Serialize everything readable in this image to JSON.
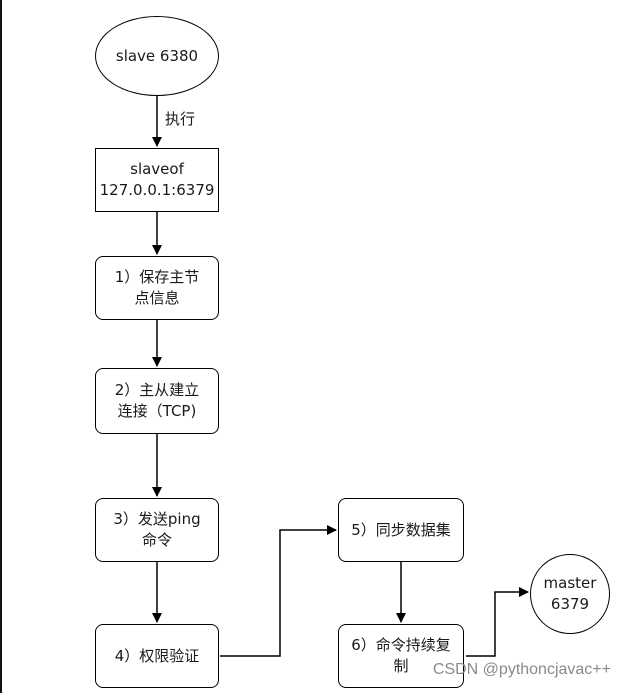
{
  "diagram": {
    "nodes": {
      "slave": "slave 6380",
      "slaveof": "slaveof 127.0.0.1:6379",
      "step1": "1）保存主节点信息",
      "step2": "2）主从建立连接（TCP)",
      "step3": "3）发送ping命令",
      "step4": "4）权限验证",
      "step5": "5）同步数据集",
      "step6": "6）命令持续复制",
      "master": "master 6379"
    },
    "edge_labels": {
      "execute": "执行"
    }
  },
  "watermark": "CSDN @pythoncjavac++"
}
